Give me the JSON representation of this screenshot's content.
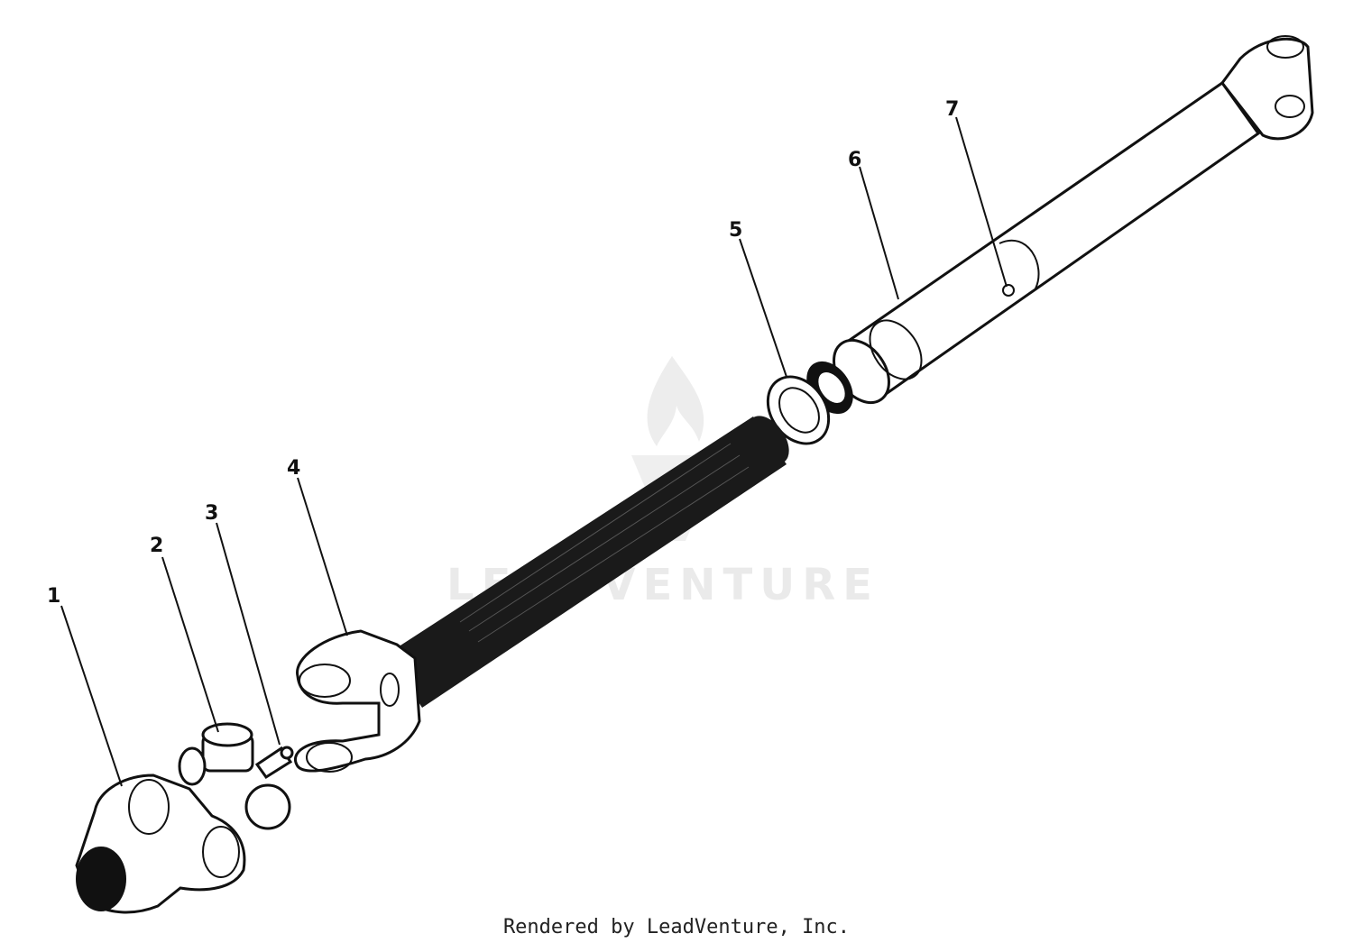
{
  "diagram": {
    "callouts": [
      {
        "id": "1",
        "label": "1"
      },
      {
        "id": "2",
        "label": "2"
      },
      {
        "id": "3",
        "label": "3"
      },
      {
        "id": "4",
        "label": "4"
      },
      {
        "id": "5",
        "label": "5"
      },
      {
        "id": "6",
        "label": "6"
      },
      {
        "id": "7",
        "label": "7"
      }
    ],
    "watermark": "LEADVENTURE",
    "footer": "Rendered by LeadVenture, Inc.",
    "colors": {
      "line": "#111111",
      "splined_shaft": "#1a1a1a",
      "background": "#ffffff",
      "watermark": "#e6e6e6"
    }
  }
}
